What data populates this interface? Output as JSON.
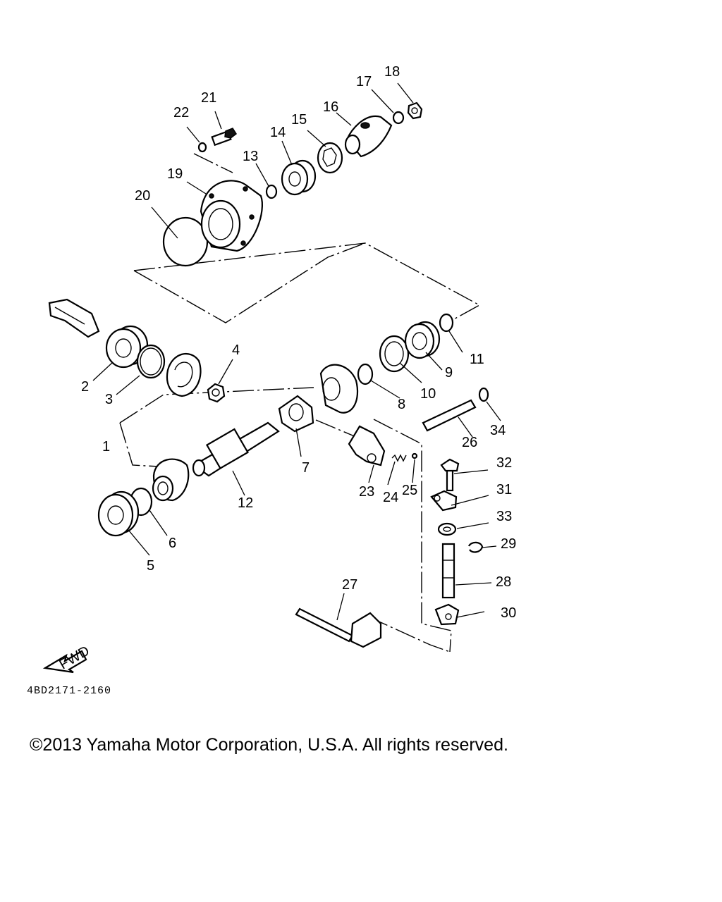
{
  "catalog_number": "4BD2171-2160",
  "copyright": "©2013 Yamaha Motor Corporation, U.S.A. All rights reserved.",
  "fwd_label": "FWD",
  "callouts": {
    "c1": "1",
    "c2": "2",
    "c3": "3",
    "c4": "4",
    "c5": "5",
    "c6": "6",
    "c7": "7",
    "c8": "8",
    "c9": "9",
    "c10": "10",
    "c11": "11",
    "c12": "12",
    "c13": "13",
    "c14": "14",
    "c15": "15",
    "c16": "16",
    "c17": "17",
    "c18": "18",
    "c19": "19",
    "c20": "20",
    "c21": "21",
    "c22": "22",
    "c23": "23",
    "c24": "24",
    "c25": "25",
    "c26": "26",
    "c27": "27",
    "c28": "28",
    "c29": "29",
    "c30": "30",
    "c31": "31",
    "c32": "32",
    "c33": "33",
    "c34": "34"
  }
}
